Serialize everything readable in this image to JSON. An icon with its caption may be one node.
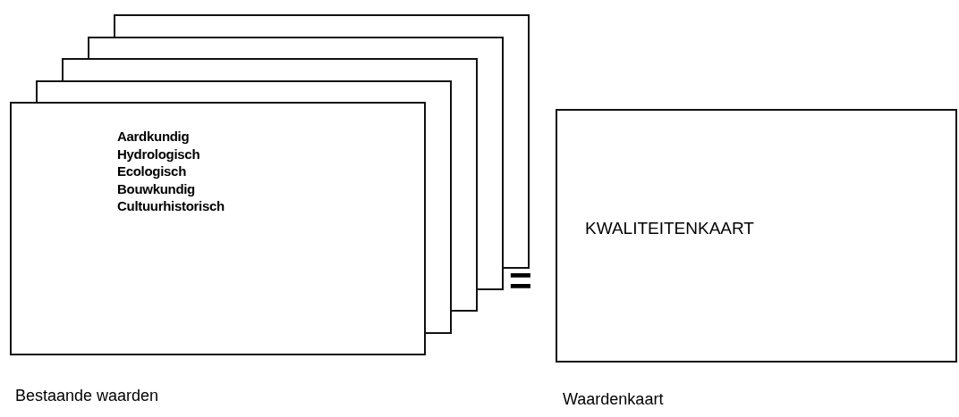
{
  "diagram": {
    "nodes": [
      {
        "text": [],
        "shape": "box"
      },
      {
        "text": [],
        "shape": "box"
      },
      {
        "text": [],
        "shape": "box"
      },
      {
        "text": [],
        "shape": "box"
      },
      {
        "text": [
          "Aardkundig",
          "Hydrologisch",
          "Ecologisch",
          "Bouwkundig",
          "Cultuurhistorisch"
        ],
        "beside": [
          "Bestaande waarden"
        ]
      },
      {
        "text": [
          "KWALITEITENKAART"
        ],
        "beside": [
          "Waardenkaart"
        ]
      }
    ],
    "labels": [
      "="
    ]
  }
}
